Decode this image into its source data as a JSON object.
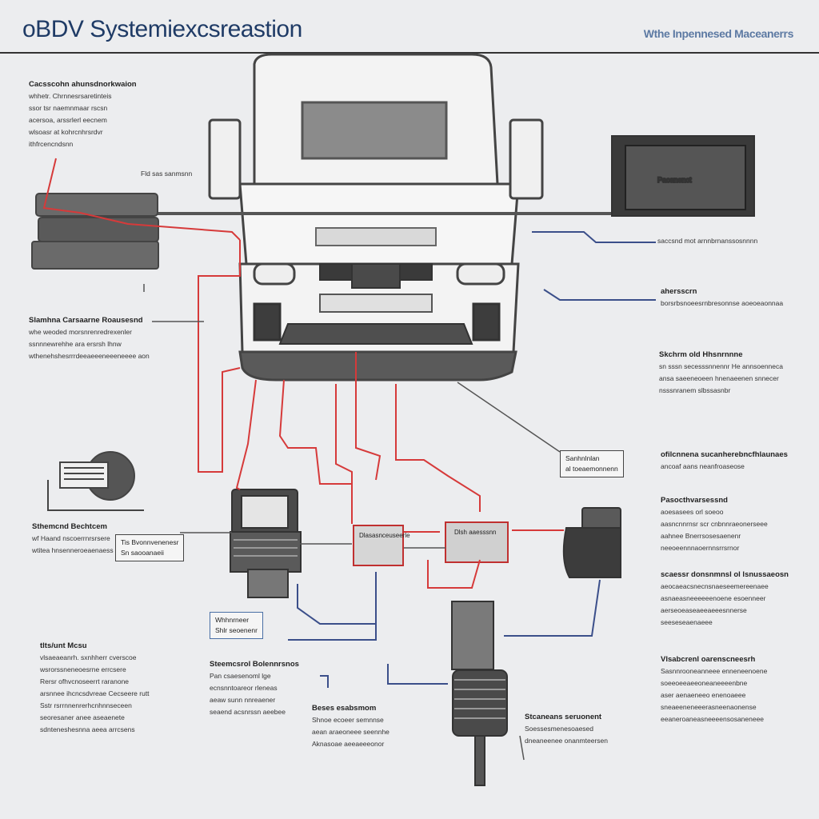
{
  "header": {
    "title": "oBDV Systemiexcsreastion",
    "subtitle": "Wthe Inpennesed Maceanerrs"
  },
  "labels": {
    "top_left": {
      "head": "Cacsscohn ahunsdnorkwaion",
      "lines": [
        "whhetr. Chrnnesrsaretinteis",
        "ssor tsr naemnmaar rscsn",
        "acersoa, arssrlerl eecnem",
        "wlsoasr at kohrcnhrsrdvr",
        "ithfrcencndsnn"
      ]
    },
    "mid_left": {
      "head": "Slamhna Carsaarne Roausesnd",
      "lines": [
        "whe weoded morsnrenredrexenler",
        "ssnnnewrehhe ara ersrsh lhnw",
        "wthenehshesrrrdeeaeeeneeeneeee aon"
      ]
    },
    "left_lower": {
      "head": "Sthemcnd Bechtcem",
      "lines": [
        "wf Haand nscoerrnrsrsere",
        "wtitea hnsenneroeaenaess"
      ]
    },
    "bottom_left": {
      "head": "tlts/unt Mcsu",
      "lines": [
        "vlsaeaeanrh. sxnhherr cverscoe",
        "wsrorssneneoesrne errcsere",
        "Rersr ofhvcnoseerrt raranone",
        "arsnnee ihcncsdvreae Cecseere rutt",
        "Sstr rsrrnnenrerhcnhnnseceen",
        "seoresaner anee aseaenete",
        "sdnteneshesnna aeea arrcsens"
      ]
    },
    "center_bottom": {
      "head": "Steemcsrol Bolennrsnos",
      "lines": [
        "Pan csaesenoml lge",
        "ecnsnntoareor rleneas",
        "aeaw sunn nnreaener",
        "seaend acsnrssn aeebee"
      ]
    },
    "center_bottom2": {
      "head": "Beses esabsmom",
      "lines": [
        "Shnoe ecoeer semnnse",
        "aean araeoneee seennhe",
        "Aknasoae aeeaeeeonor"
      ]
    },
    "bottom_right_mid": {
      "head": "Stcaneans seruonent",
      "lines": [
        "Soessesmenesoaesed",
        "",
        "dneaneenee onanmteersen"
      ]
    },
    "right_1": {
      "head": "",
      "lines": [
        "saccsnd mot arnnbrnanssosnnnn"
      ]
    },
    "right_2": {
      "head": "ahersscrn",
      "lines": [
        "borsrbsnoeesrnbresonnse aoeoeaonnaa"
      ]
    },
    "right_3": {
      "head": "Skchrm old Hhsnrnnne",
      "lines": [
        "sn sssn secesssnnennr He annsoenneca",
        "ansa saeeneoeen hnenaeenen snnecer",
        "nsssnranem slbssasnbr"
      ]
    },
    "right_4": {
      "head": "ofilcnnena sucanherebncfhlaunaes",
      "lines": [
        "ancoaf aans neanfroaseose"
      ]
    },
    "right_5": {
      "head": "Pasocthvarsessnd",
      "lines": [
        "aoesasees orl soeoo",
        "aasncnnrnsr scr cnbnnraeonerseee",
        "aahnee Bnerrsosesaenenr",
        "neeoeennnaoernnsrrsrnor"
      ]
    },
    "right_6": {
      "head": "scaessr  donsnmnsl ol lsnussaeosn",
      "lines": [
        "aeocaeacsnecnsnaeseemereenaee",
        "asnaeasneeeeeenoene esoenneer",
        "aerseoeaseaeeaeeesnnerse",
        "seeseseaenaeee"
      ]
    },
    "right_7": {
      "head": "Vlsabcrenl oarenscneesrh",
      "lines": [
        "Sasnnrooneanneee enneneenoene",
        "soeeoeeaeeoneaneeeenbne",
        "aser aenaeneeo enenoaeee",
        "sneaeeneneeerasneenaonense",
        "eeaneroaneasneeeensosaneneee"
      ]
    },
    "small_label": "Fld sas sanmsnn"
  },
  "boxes": {
    "box_a": [
      "Tis Bvonnvenenesr",
      "Sn saooanaeii"
    ],
    "box_b": [
      "Whhnrneer",
      "Shlr seoenenr"
    ],
    "box_c": [
      "Sanhnlnlan",
      "al toeaemonnenn"
    ],
    "box_d": [
      "Dlasasnceuseerle"
    ],
    "box_e": [
      "Dlsh aaesssnn"
    ]
  },
  "ecu_label": "Pacanenct"
}
